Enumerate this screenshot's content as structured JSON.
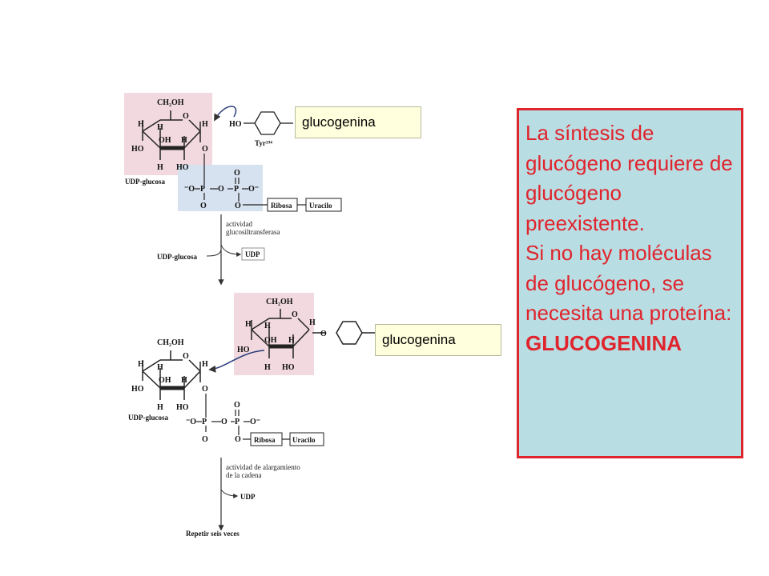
{
  "labels": {
    "top": "glucogenina",
    "bottom": "glucogenina"
  },
  "info": {
    "line1": "La síntesis de glucógeno requiere de glucógeno preexistente.",
    "line2": "Si no hay moléculas de glucógeno, se necesita una proteína:",
    "emphasis": "GLUCOGENINA"
  },
  "diagram": {
    "top": {
      "ch2oh": "CH₂OH",
      "o_ring": "O",
      "h": "H",
      "oh": "OH",
      "ho": "HO",
      "o": "O",
      "p": "P",
      "o_minus": "O⁻",
      "minus_o": "⁻O",
      "tyr_ho": "HO",
      "tyr_label": "Tyr¹⁹⁴",
      "udp_glucose_label": "UDP-glucosa",
      "ribose": "Ribosa",
      "uracil": "Uracilo",
      "enzyme_label_1": "actividad",
      "enzyme_label_2": "glucosiltransferasa",
      "udp_glucose_in": "UDP-glucosa",
      "udp_out": "UDP"
    },
    "bottom": {
      "ch2oh": "CH₂OH",
      "o_ring": "O",
      "h": "H",
      "oh": "OH",
      "ho": "HO",
      "o": "O",
      "p": "P",
      "o_minus": "O⁻",
      "minus_o": "⁻O",
      "udp_glucose_label": "UDP-glucosa",
      "ribose": "Ribosa",
      "uracil": "Uracilo",
      "enzyme_label_1": "actividad de alargamiento",
      "enzyme_label_2": "de la cadena",
      "udp_out": "UDP",
      "repeat": "Repetir seis veces"
    }
  },
  "colors": {
    "accent_red": "#e0242c",
    "info_bg": "#b8dde3",
    "pink_box": "#f1d9df",
    "blue_box": "#d6e2ef",
    "label_bg": "#ffffdd"
  }
}
